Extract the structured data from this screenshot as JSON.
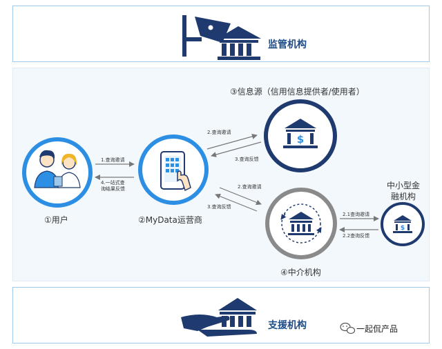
{
  "regulator": {
    "label": "监管机构",
    "icon": "camera-bank-icon"
  },
  "info_source": {
    "label": "③信息源（信用信息提供者/使用者）",
    "icon": "bank-dollar-icon"
  },
  "user": {
    "label": "①用户",
    "icon": "users-icon"
  },
  "operator": {
    "label": "②MyData运营商",
    "icon": "phone-touch-icon"
  },
  "intermediary": {
    "label": "④中介机构",
    "icon": "bank-cycle-icon"
  },
  "small_fin": {
    "label_line1": "中小型金",
    "label_line2": "融机构",
    "icon": "bank-dollar-icon"
  },
  "support": {
    "label": "支援机构",
    "icon": "hand-bank-icon"
  },
  "flows": {
    "user_to_operator": "1.查询邀请",
    "operator_to_user_line1": "4.一站式查",
    "operator_to_user_line2": "询结果反馈",
    "operator_to_source": "2.查询邀请",
    "source_to_operator": "3.查询反馈",
    "operator_to_inter": "2.查询邀请",
    "inter_to_operator": "3.查询反馈",
    "inter_to_small": "2.1查询邀请",
    "small_to_inter": "2.2查询反馈"
  },
  "watermark": {
    "text": "一起侃产品",
    "icon": "wechat-icon"
  },
  "colors": {
    "navy": "#1e3a6e",
    "blue": "#2d8fe3",
    "title": "#1e4c86",
    "gray": "#8a8a8a"
  }
}
